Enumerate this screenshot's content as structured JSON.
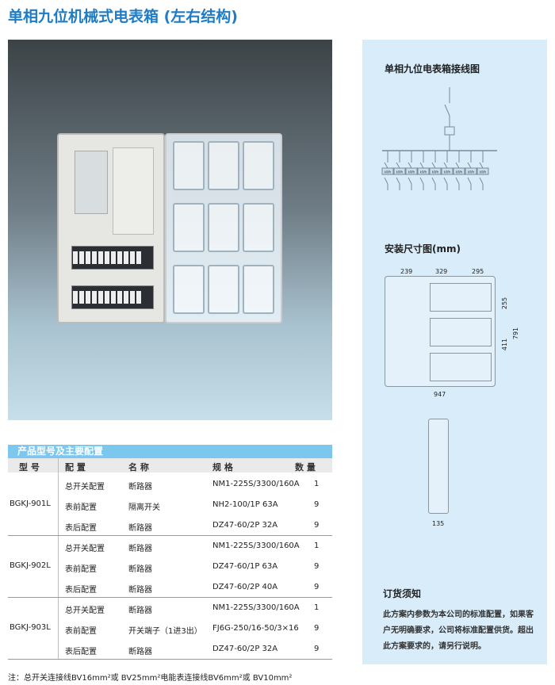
{
  "title": "单相九位机械式电表箱 (左右结构)",
  "wiring": {
    "heading": "单相九位电表箱接线图",
    "meter_label": "kWh",
    "meter_count": 9
  },
  "dimensions": {
    "heading": "安装尺寸图(mm)",
    "top": [
      "239",
      "329",
      "295"
    ],
    "width": "947",
    "right_inner": "255",
    "right_mid": "411",
    "height": "791",
    "depth": "135"
  },
  "order": {
    "heading": "订货须知",
    "text": "此方案内参数为本公司的标准配置，如果客户无明确要求，公司将标准配置供货。超出此方案要求的，请另行说明。"
  },
  "table": {
    "caption": "产品型号及主要配置",
    "headers": [
      "型 号",
      "配 置",
      "名 称",
      "规 格",
      "数 量"
    ],
    "groups": [
      {
        "model": "BGKJ-901L",
        "rows": [
          [
            "总开关配置",
            "断路器",
            "NM1-225S/3300/160A",
            "1"
          ],
          [
            "表前配置",
            "隔离开关",
            "NH2-100/1P 63A",
            "9"
          ],
          [
            "表后配置",
            "断路器",
            "DZ47-60/2P 32A",
            "9"
          ]
        ]
      },
      {
        "model": "BGKJ-902L",
        "rows": [
          [
            "总开关配置",
            "断路器",
            "NM1-225S/3300/160A",
            "1"
          ],
          [
            "表前配置",
            "断路器",
            "DZ47-60/1P 63A",
            "9"
          ],
          [
            "表后配置",
            "断路器",
            "DZ47-60/2P 40A",
            "9"
          ]
        ]
      },
      {
        "model": "BGKJ-903L",
        "rows": [
          [
            "总开关配置",
            "断路器",
            "NM1-225S/3300/160A",
            "1"
          ],
          [
            "表前配置",
            "开关端子（1进3出）",
            "FJ6G-250/16-50/3×16",
            "9"
          ],
          [
            "表后配置",
            "断路器",
            "DZ47-60/2P 32A",
            "9"
          ]
        ]
      }
    ],
    "footnote": "注：总开关连接线BV16mm²或 BV25mm²电能表连接线BV6mm²或 BV10mm²"
  }
}
